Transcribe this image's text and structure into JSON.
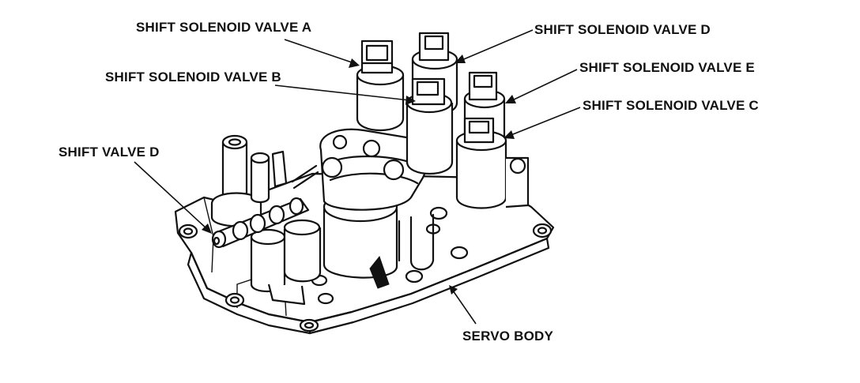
{
  "labels": {
    "shift_solenoid_valve_a": "SHIFT SOLENOID VALVE A",
    "shift_solenoid_valve_b": "SHIFT SOLENOID VALVE B",
    "shift_solenoid_valve_c": "SHIFT SOLENOID VALVE C",
    "shift_solenoid_valve_d": "SHIFT SOLENOID VALVE D",
    "shift_solenoid_valve_e": "SHIFT SOLENOID VALVE E",
    "shift_valve_d": "SHIFT VALVE D",
    "servo_body": "SERVO BODY"
  }
}
